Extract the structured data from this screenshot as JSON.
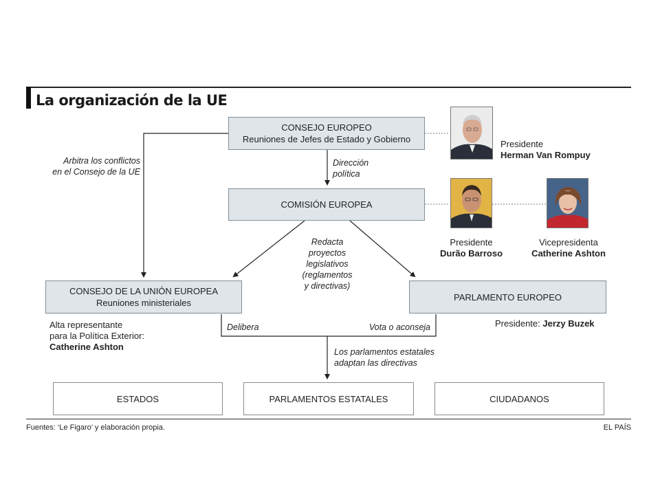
{
  "title": "La organización de la UE",
  "boxes": {
    "consejo_europeo": {
      "line1": "CONSEJO EUROPEO",
      "line2": "Reuniones de Jefes de Estado y Gobierno"
    },
    "comision": {
      "line1": "COMISIÓN EUROPEA"
    },
    "consejo_ue": {
      "line1": "CONSEJO DE LA UNIÓN EUROPEA",
      "line2": "Reuniones ministeriales"
    },
    "parlamento": {
      "line1": "PARLAMENTO EUROPEO"
    },
    "estados": {
      "line1": "ESTADOS"
    },
    "parlamentos_estatales": {
      "line1": "PARLAMENTOS ESTATALES"
    },
    "ciudadanos": {
      "line1": "CIUDADANOS"
    }
  },
  "notes": {
    "arbitra": [
      "Arbitra los conflictos",
      "en el Consejo de la UE"
    ],
    "direccion": [
      "Dirección",
      "política"
    ],
    "redacta": [
      "Redacta",
      "proyectos",
      "legislativos",
      "(reglamentos",
      "y directivas)"
    ],
    "delibera": "Delibera",
    "vota": "Vota o aconseja",
    "adaptan": [
      "Los parlamentos estatales",
      "adaptan las directivas"
    ]
  },
  "people": {
    "van_rompuy": {
      "role": "Presidente",
      "name": "Herman Van Rompuy"
    },
    "barroso": {
      "role": "Presidente",
      "name": "Durão Barroso"
    },
    "ashton": {
      "role": "Vicepresidenta",
      "name": "Catherine Ashton"
    },
    "buzek": {
      "role": "Presidente:",
      "name": "Jerzy Buzek"
    },
    "alta": {
      "line1": "Alta representante",
      "line2": "para la Política Exterior:",
      "name": "Catherine Ashton"
    }
  },
  "footer": {
    "source": "Fuentes: ‘Le Figaro’ y elaboración propia.",
    "credit": "EL PAÍS"
  }
}
